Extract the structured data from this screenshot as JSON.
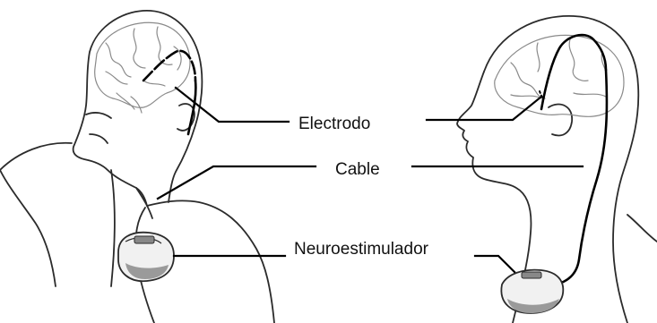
{
  "diagram": {
    "labels": {
      "electrode": "Electrodo",
      "cable": "Cable",
      "neurostimulator": "Neuroestimulador"
    },
    "colors": {
      "outline": "#2b2b2b",
      "brain": "#8a8a8a",
      "leader": "#000000",
      "device_fill": "#f1f1f1",
      "device_shadow": "#9a9a9a"
    }
  }
}
